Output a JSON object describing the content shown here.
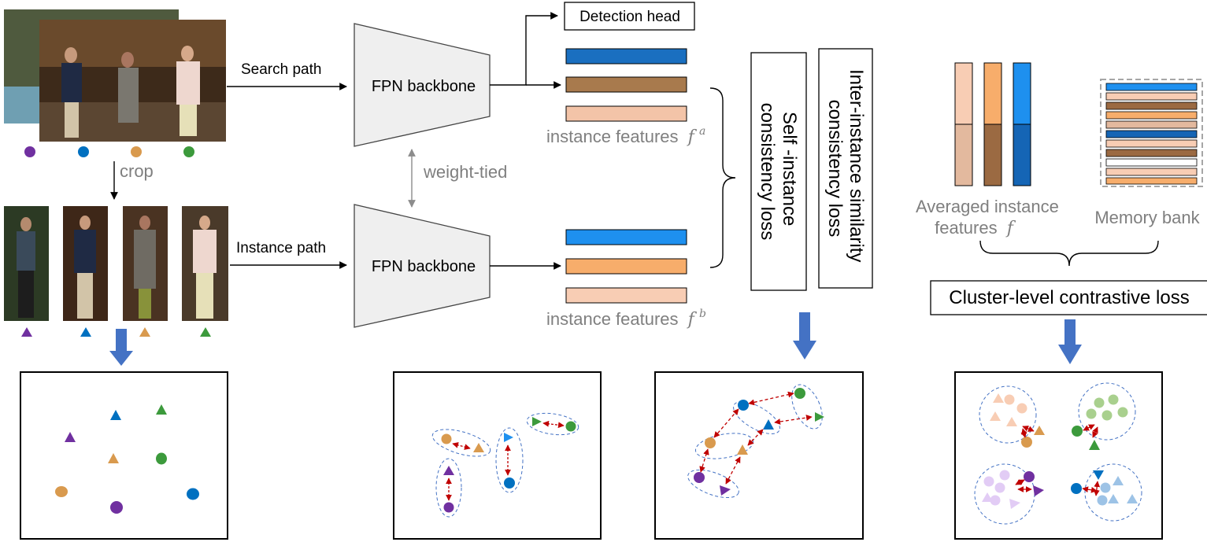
{
  "colors": {
    "purple": "#7030a0",
    "blue": "#0070c0",
    "orange": "#d99a4e",
    "green": "#3c9a3c",
    "red": "#c00000",
    "arrow_blue": "#4472c4",
    "feat_dark_blue": "#1a6fc0",
    "feat_brown": "#a87a4d",
    "feat_light_tan": "#f3c4a8",
    "feat_bright_blue": "#1e90ef",
    "feat_orange": "#f7ad6b",
    "feat_peach": "#f8cdb4",
    "feat_tan": "#e3b99e",
    "feat_dark_brown": "#9b6a42",
    "feat_deep_blue": "#1565b5"
  },
  "labels": {
    "search_path": "Search path",
    "instance_path": "Instance path",
    "crop": "crop",
    "weight_tied": "weight-tied",
    "fpn_backbone": "FPN backbone",
    "detection_head": "Detection head",
    "instance_features": "instance features",
    "feature_a_symbol": "f",
    "feature_a_superscript": "a",
    "feature_b_symbol": "f",
    "feature_b_superscript": "b",
    "self_loss_line1": "Self -instance",
    "self_loss_line2": "consistency loss",
    "inter_loss_line1": "Inter-instance similarity",
    "inter_loss_line2": "consistency loss",
    "averaged_line1": "Averaged instance",
    "averaged_line2": "features",
    "averaged_symbol": "f",
    "memory_bank": "Memory bank",
    "cluster_loss": "Cluster-level contrastive loss"
  }
}
